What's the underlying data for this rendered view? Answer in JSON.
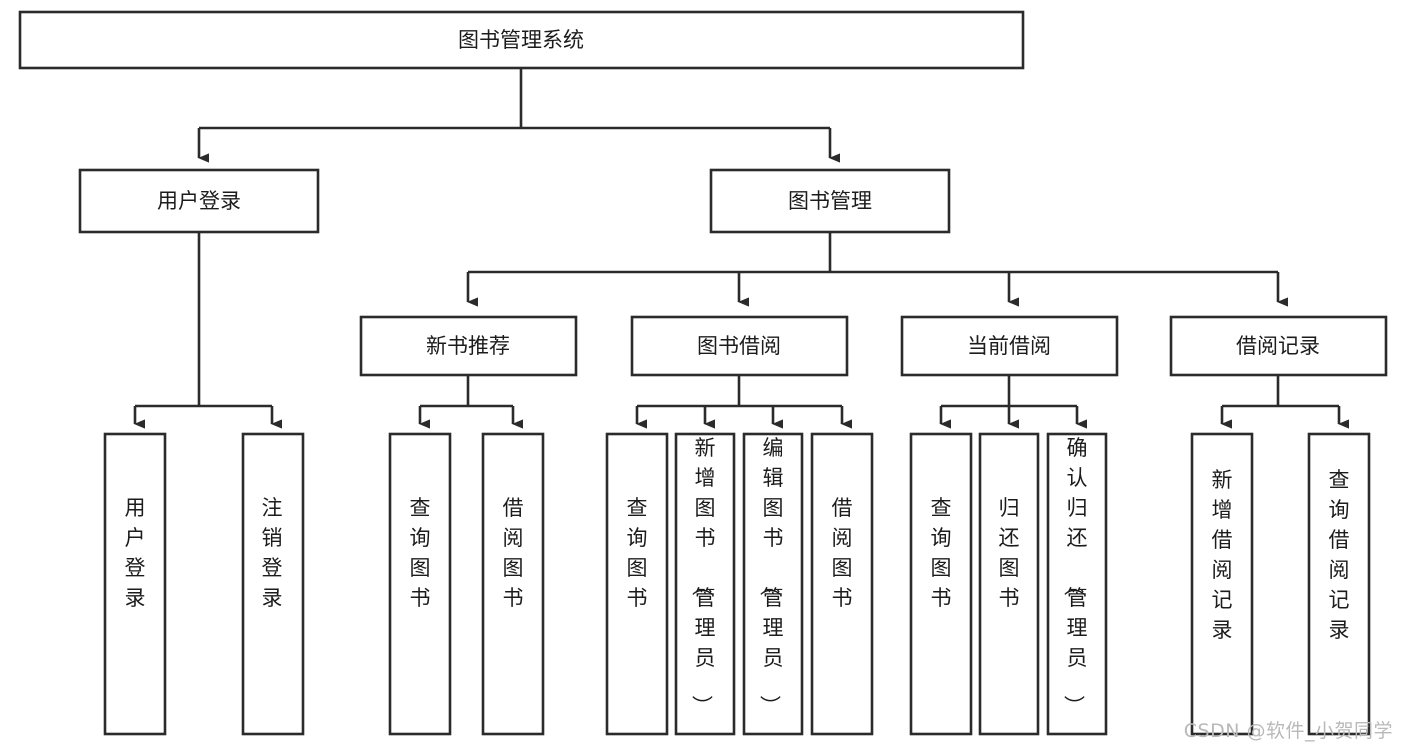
{
  "diagram": {
    "type": "tree-hierarchy-chart",
    "title": "图书管理系统",
    "colors": {
      "box_stroke": "#2b2b2b",
      "box_fill": "#ffffff",
      "text": "#1c1c1c",
      "edge": "#2b2b2b",
      "watermark": "#b9b9b9",
      "background": "#ffffff"
    },
    "root": {
      "label": "图书管理系统"
    },
    "level2": [
      {
        "label": "用户登录"
      },
      {
        "label": "图书管理"
      }
    ],
    "level3": [
      {
        "label": "新书推荐"
      },
      {
        "label": "图书借阅"
      },
      {
        "label": "当前借阅"
      },
      {
        "label": "借阅记录"
      }
    ],
    "leaves": {
      "user_login": [
        {
          "label": "用户登录"
        },
        {
          "label": "注销登录"
        }
      ],
      "new_book_recommend": [
        {
          "label": "查询图书"
        },
        {
          "label": "借阅图书"
        }
      ],
      "book_borrow": [
        {
          "label": "查询图书"
        },
        {
          "label": "新增图书（管理员）"
        },
        {
          "label": "编辑图书（管理员）"
        },
        {
          "label": "借阅图书"
        }
      ],
      "current_borrow": [
        {
          "label": "查询图书"
        },
        {
          "label": "归还图书"
        },
        {
          "label": "确认归还（管理员）"
        }
      ],
      "borrow_record": [
        {
          "label": "新增借阅记录"
        },
        {
          "label": "查询借阅记录"
        }
      ]
    }
  },
  "watermark": {
    "text": "CSDN @软件_小贺同学"
  }
}
